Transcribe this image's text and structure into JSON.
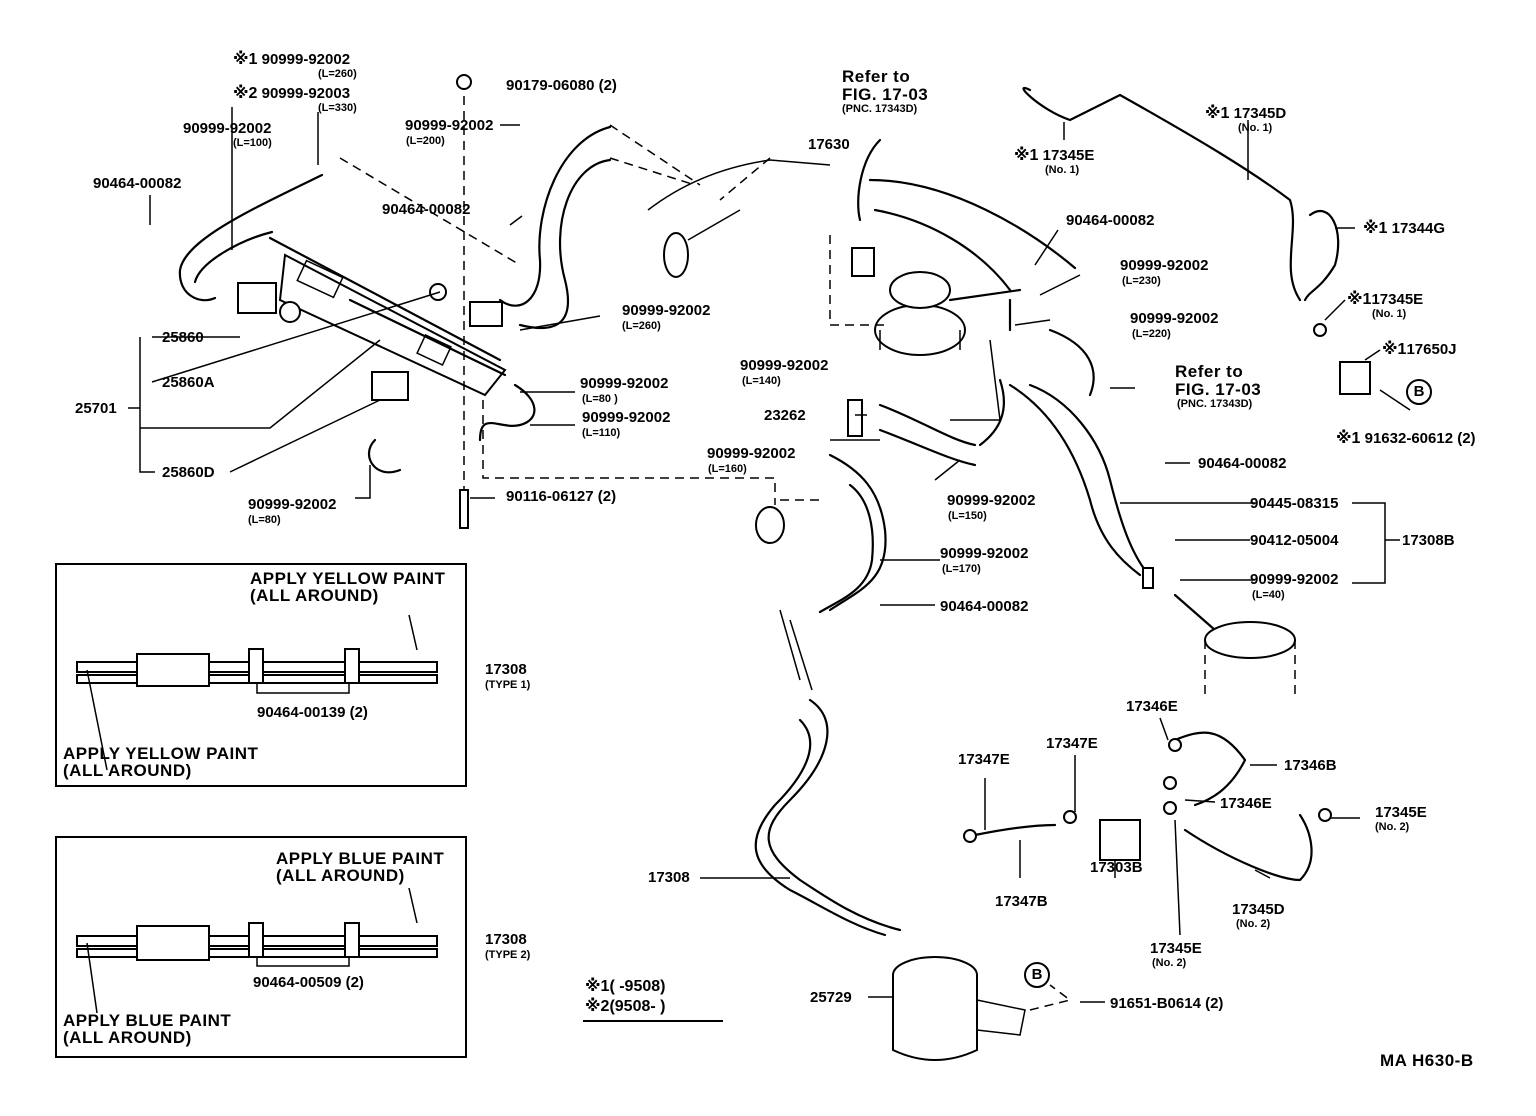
{
  "parts": {
    "p1": {
      "sym": "※1",
      "no": "90999-92002",
      "len": "(L=260)"
    },
    "p2": {
      "sym": "※2",
      "no": "90999-92003",
      "len": "(L=330)"
    },
    "p3": {
      "no": "90999-92002",
      "len": "(L=100)"
    },
    "p4": {
      "no": "90464-00082"
    },
    "p5": {
      "no": "90179-06080 (2)"
    },
    "p6": {
      "no": "90999-92002",
      "len": "(L=200)"
    },
    "p7": {
      "no": "90464-00082"
    },
    "p8": {
      "no": "17630"
    },
    "p9": {
      "no": "90999-92002",
      "len": "(L=260)"
    },
    "p10": {
      "no": "25860"
    },
    "p11": {
      "no": "25860A"
    },
    "p12": {
      "no": "25701"
    },
    "p13": {
      "no": "25860D"
    },
    "p14": {
      "no": "90999-92002",
      "len": "(L=80 )"
    },
    "p15": {
      "no": "90999-92002",
      "len": "(L=110)"
    },
    "p16": {
      "no": "90999-92002",
      "len": "(L=80)"
    },
    "p17": {
      "no": "90116-06127 (2)"
    },
    "p18": {
      "no": "90999-92002",
      "len": "(L=140)"
    },
    "p19": {
      "no": "23262"
    },
    "p20": {
      "no": "90999-92002",
      "len": "(L=160)"
    },
    "p21": {
      "no": "90999-92002",
      "len": "(L=150)"
    },
    "p22": {
      "no": "90999-92002",
      "len": "(L=170)"
    },
    "p23": {
      "no": "90464-00082"
    },
    "p24": {
      "sym": "※1",
      "no": "17345E",
      "len": "(No. 1)"
    },
    "p25": {
      "sym": "※1",
      "no": "17345D",
      "len": "(No. 1)"
    },
    "p26": {
      "no": "90464-00082"
    },
    "p27": {
      "no": "90999-92002",
      "len": "(L=230)"
    },
    "p28": {
      "no": "90999-92002",
      "len": "(L=220)"
    },
    "p29": {
      "sym": "※1",
      "no": "17344G"
    },
    "p30": {
      "sym": "※1",
      "no": "17345E",
      "len": "(No. 1)"
    },
    "p31": {
      "sym": "※1",
      "no": "17650J"
    },
    "p32": {
      "sym": "※1",
      "no": "91632-60612 (2)"
    },
    "p33": {
      "no": "90464-00082"
    },
    "p34": {
      "no": "90445-08315"
    },
    "p35": {
      "no": "90412-05004"
    },
    "p36": {
      "no": "17308B"
    },
    "p37": {
      "no": "90999-92002",
      "len": "(L=40)"
    },
    "p38": {
      "no": "17346E"
    },
    "p39": {
      "no": "17347E"
    },
    "p40": {
      "no": "17347E"
    },
    "p41": {
      "no": "17346B"
    },
    "p42": {
      "no": "17346E"
    },
    "p43": {
      "no": "17345E",
      "len": "(No. 2)"
    },
    "p44": {
      "no": "17347B"
    },
    "p45": {
      "no": "17303B"
    },
    "p46": {
      "no": "17345D",
      "len": "(No. 2)"
    },
    "p47": {
      "no": "17345E",
      "len": "(No. 2)"
    },
    "p48": {
      "no": "17308"
    },
    "p49": {
      "no": "25729"
    },
    "p50": {
      "no": "91651-B0614 (2)"
    },
    "p51": {
      "no": "90464-00139 (2)"
    },
    "p52": {
      "no": "17308",
      "len": "(TYPE  1)"
    },
    "p53": {
      "no": "90464-00509 (2)"
    },
    "p54": {
      "no": "17308",
      "len": "(TYPE  2)"
    }
  },
  "refs": {
    "r1": {
      "l1": "Refer to",
      "l2": "FIG. 17-03",
      "l3": "(PNC. 17343D)"
    },
    "r2": {
      "l1": "Refer to",
      "l2": "FIG. 17-03",
      "l3": "(PNC. 17343D)"
    }
  },
  "callouts": {
    "b1": "B",
    "b2": "B"
  },
  "insets": {
    "type1": {
      "top1": "APPLY  YELLOW  PAINT",
      "top2": "(ALL  AROUND)",
      "bot1": "APPLY  YELLOW  PAINT",
      "bot2": "(ALL  AROUND)"
    },
    "type2": {
      "top1": "APPLY  BLUE  PAINT",
      "top2": "(ALL  AROUND)",
      "bot1": "APPLY  BLUE  PAINT",
      "bot2": "(ALL  AROUND)"
    }
  },
  "legend": {
    "row1_sym": "※1",
    "row1_range": "(      -9508)",
    "row2_sym": "※2",
    "row2_range": "(9508-       )"
  },
  "code": "MA  H630-B"
}
